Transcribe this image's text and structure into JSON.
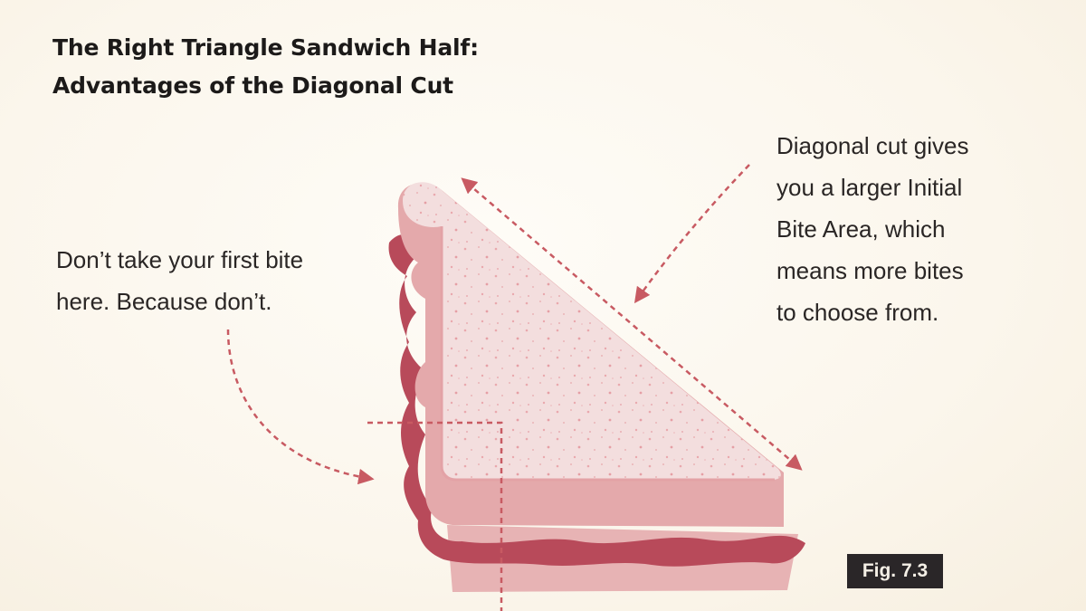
{
  "title": {
    "line1": "The Right Triangle Sandwich Half:",
    "line2": "Advantages of the Diagonal Cut"
  },
  "annotations": {
    "left": {
      "line1": "Don’t take your first bite",
      "line2": "here. Because don’t."
    },
    "right": {
      "line1": "Diagonal cut gives",
      "line2": "you a larger Initial",
      "line3": "Bite Area, which",
      "line4": "means more bites",
      "line5": "to choose from."
    }
  },
  "figure_label": "Fig. 7.3",
  "colors": {
    "background": "#fbf6ec",
    "bread_top": "#f2dcdc",
    "bread_edge": "#e9b8b9",
    "crust": "#e2a3a5",
    "filling": "#b84a5a",
    "arrow": "#c85a62",
    "text": "#2a2625",
    "badge": "#2a2628"
  }
}
